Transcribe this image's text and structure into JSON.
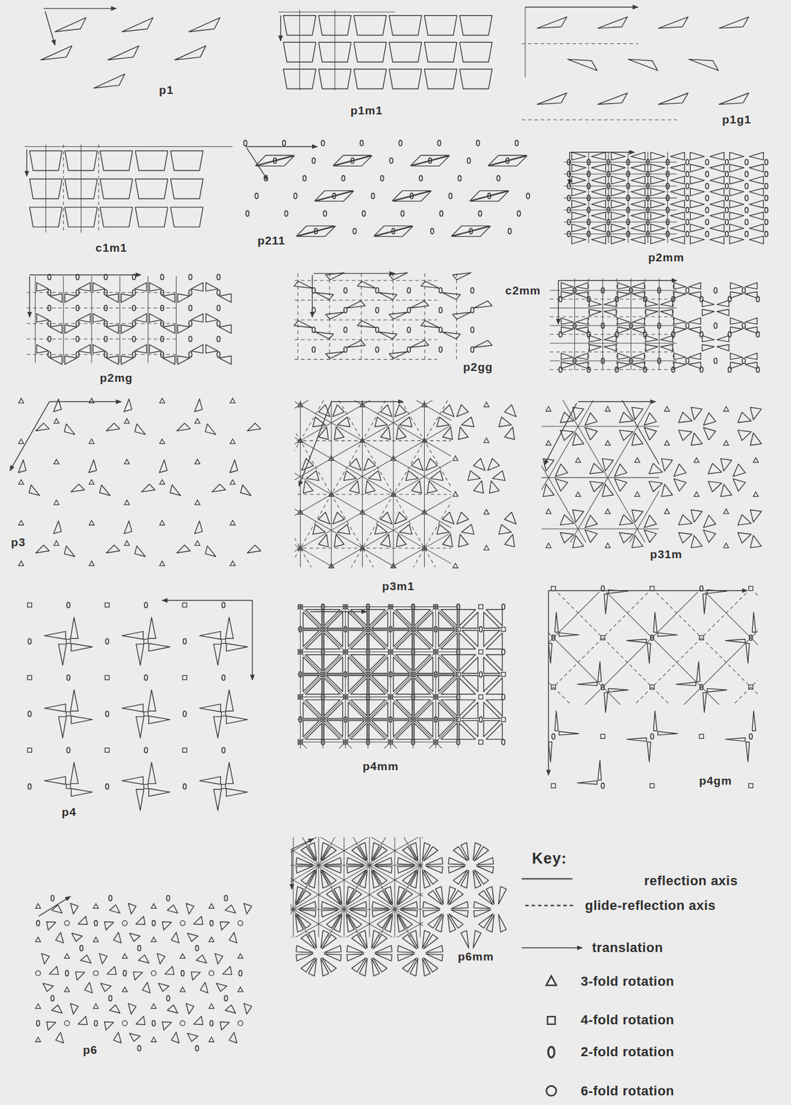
{
  "diagram": {
    "labels": [
      "p1",
      "p1m1",
      "p1g1",
      "c1m1",
      "p211",
      "p2mm",
      "p2mg",
      "p2gg",
      "c2mm",
      "p3",
      "p3m1",
      "p31m",
      "p4",
      "p4mm",
      "p4gm",
      "p6",
      "p6mm",
      "Key:"
    ],
    "legend": [
      {
        "text": "reflection axis"
      },
      {
        "text": "glide-reflection axis"
      },
      {
        "text": "translation"
      },
      {
        "text": "3-fold rotation"
      },
      {
        "text": "4-fold rotation"
      },
      {
        "text": "2-fold rotation"
      },
      {
        "text": "6-fold rotation"
      }
    ]
  }
}
